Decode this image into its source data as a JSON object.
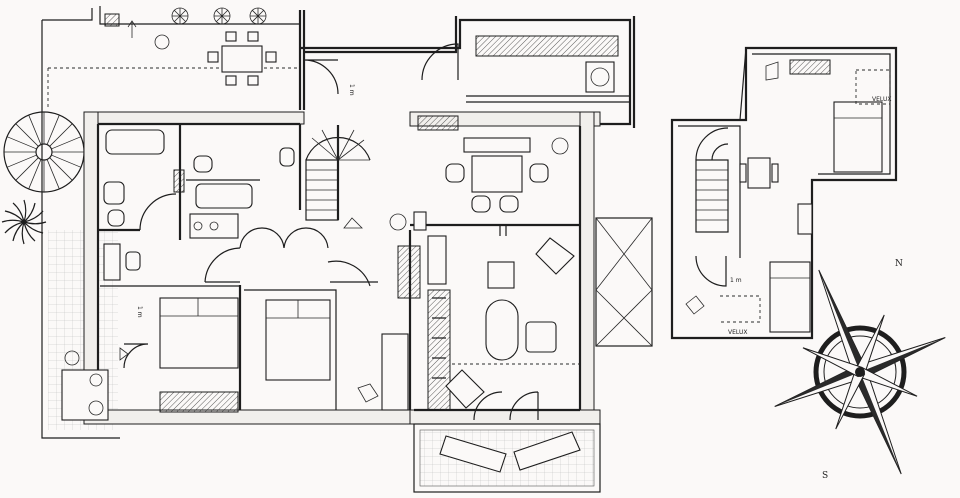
{
  "labels": {
    "velux_top": "VELUX",
    "velux_bottom": "VELUX",
    "north": "N",
    "south": "S",
    "scale_1": "1 m",
    "scale_2": "1 m",
    "scale_3": "1 m"
  }
}
